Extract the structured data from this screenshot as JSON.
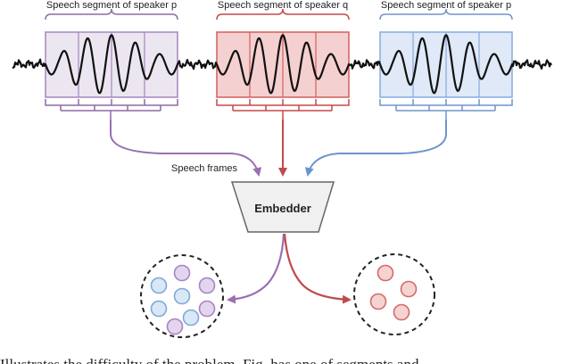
{
  "segments": [
    {
      "label": "Speech segment of speaker p",
      "fill": "#ece6f0",
      "stroke": "#a585bd",
      "bracket": "#8e6aa6",
      "flow": "#9a6fb3"
    },
    {
      "label": "Speech segment of speaker q",
      "fill": "#f4d0d0",
      "stroke": "#d25f5f",
      "bracket": "#c54848",
      "flow": "#c14a4a"
    },
    {
      "label": "Speech segment of speaker p",
      "fill": "#dfe9f8",
      "stroke": "#87aadc",
      "bracket": "#6f95cb",
      "flow": "#6c94cf"
    }
  ],
  "frames_label": "Speech frames",
  "embedder_label": "Embedder",
  "caption_partial": "Illustrates the difficulty of the problem. Fig. has one of segments and",
  "colors": {
    "waveform": "#111111",
    "embedder_fill": "#f0f0f0",
    "embedder_stroke": "#666666",
    "cluster_stroke": "#222222",
    "purple_dot_fill": "#e3d5ee",
    "purple_dot_stroke": "#a784c3",
    "blue_dot_fill": "#d9e8f7",
    "blue_dot_stroke": "#7fa9d8",
    "red_dot_fill": "#f6d3d3",
    "red_dot_stroke": "#d46a6a"
  },
  "left_cluster": [
    "blue",
    "purple",
    "purple",
    "blue",
    "blue",
    "purple",
    "blue",
    "purple",
    "purple",
    "blue"
  ],
  "right_cluster": [
    "red",
    "red",
    "red",
    "red"
  ]
}
